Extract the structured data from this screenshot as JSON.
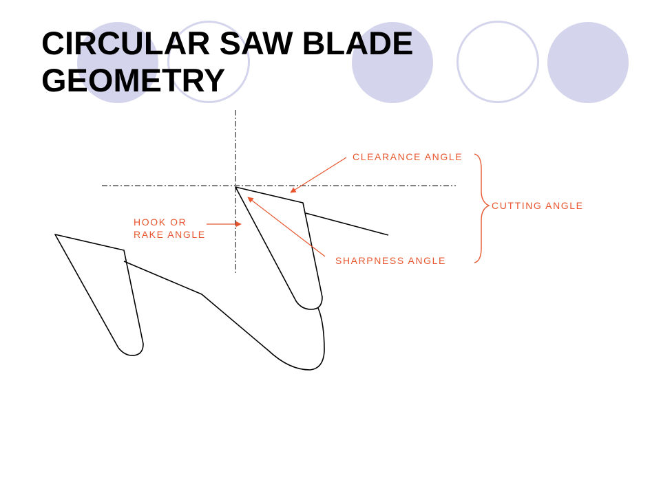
{
  "slide": {
    "title_lines": [
      "CIRCULAR SAW BLADE",
      "GEOMETRY"
    ]
  },
  "diagram": {
    "labels": {
      "clearance": "CLEARANCE ANGLE",
      "cutting": "CUTTING ANGLE",
      "hook_line1": "HOOK OR",
      "hook_line2": "RAKE ANGLE",
      "sharpness": "SHARPNESS ANGLE"
    }
  },
  "colors": {
    "annotation": "#e8552d",
    "outline": "#000000",
    "decor_circle": "#d4d4ec"
  }
}
